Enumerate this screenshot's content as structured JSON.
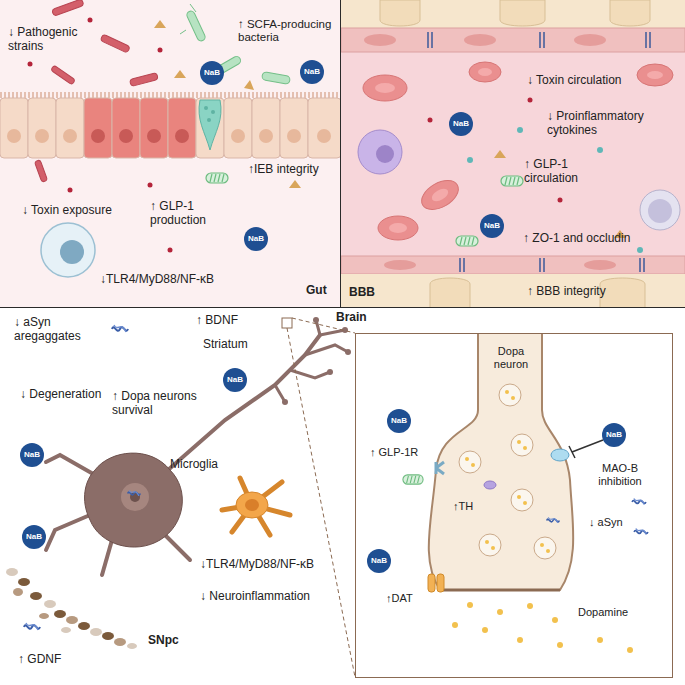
{
  "diagram": {
    "nodes": [
      {
        "text": [
          "Gut"
        ]
      },
      {
        "text": [
          "BBB"
        ]
      },
      {
        "text": [
          "Brain"
        ]
      },
      {
        "text": [
          "Dopa neuron"
        ],
        "in": 2
      },
      {
        "text": [
          "NaB"
        ],
        "in": 0
      },
      {
        "text": [
          "NaB"
        ],
        "in": 0
      },
      {
        "text": [
          "NaB"
        ],
        "in": 0
      },
      {
        "text": [
          "NaB"
        ],
        "in": 1
      },
      {
        "text": [
          "NaB"
        ],
        "in": 1
      },
      {
        "text": [
          "NaB"
        ],
        "in": 2
      },
      {
        "text": [
          "NaB"
        ],
        "in": 2
      },
      {
        "text": [
          "NaB"
        ],
        "in": 2
      },
      {
        "text": [
          "NaB"
        ],
        "in": 3
      },
      {
        "text": [
          "NaB"
        ],
        "in": 3
      },
      {
        "text": [
          "NaB"
        ],
        "in": 3
      }
    ],
    "edges": [],
    "labels": [
      "↓ Pathogenic strains",
      "↑ SCFA-producing bacteria",
      "↑IEB integrity",
      "↓ Toxin exposure",
      "↑ GLP-1 production",
      "↓TLR4/MyD88/NF-κB",
      "↓ Toxin circulation",
      "↑ GLP-1 circulation",
      "↓ Proinflammatory cytokines",
      "↑ ZO-1 and occludin",
      "↑ BBB integrity",
      "↓ aSyn aregaggates",
      "↑ BDNF",
      "Striatum",
      "↓ Degeneration",
      "↑ Dopa neurons survival",
      "Microglia",
      "↓TLR4/MyD88/NF-κB",
      "↓ Neuroinflammation",
      "↑ GDNF",
      "SNpc",
      "↑ GLP-1R",
      "MAO-B inhibition",
      "↑TH",
      "↓ aSyn",
      "↑DAT",
      "Dopamine"
    ]
  }
}
